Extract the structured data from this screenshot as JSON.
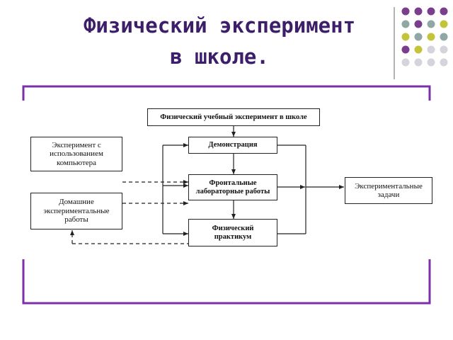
{
  "slide": {
    "title_line1": "Физический эксперимент",
    "title_line2": "в школе."
  },
  "diagram": {
    "top_box": "Физический учебный эксперимент в школе",
    "computer_box": "Эксперимент с использованием компьютера",
    "home_box": "Домашние экспериментальные работы",
    "demo_box": "Демонстрация",
    "frontal_box": "Фронтальные лабораторные работы",
    "practicum_box": "Физический практикум",
    "tasks_box": "Экспериментальные задачи"
  },
  "colors": {
    "title": "#3d1e6a",
    "frame": "#7b2fa8",
    "dot_purple": "#7a3f8c",
    "dot_teal": "#8fa8a3",
    "dot_olive": "#c4c43a",
    "dot_gray": "#d6d3dc"
  }
}
